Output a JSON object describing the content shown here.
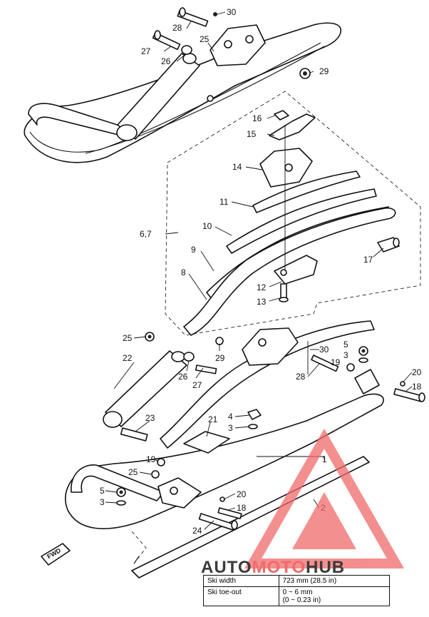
{
  "labels": {
    "p30a": "30",
    "p28a": "28",
    "p25a": "25",
    "p27a": "27",
    "p26a": "26",
    "p29a": "29",
    "p16": "16",
    "p15": "15",
    "p14": "14",
    "p11": "11",
    "p10": "10",
    "p67": "6,7",
    "p9": "9",
    "p8": "8",
    "p17": "17",
    "p12": "12",
    "p13": "13",
    "p25b": "25",
    "p22": "22",
    "p29b": "29",
    "p26b": "26",
    "p27b": "27",
    "p30b": "30",
    "p5a": "5",
    "p3a": "3",
    "p19a": "19",
    "p28b": "28",
    "p20a": "20",
    "p18a": "18",
    "p23": "23",
    "p4": "4",
    "p3b": "3",
    "p21": "21",
    "p1": "1",
    "p19b": "19",
    "p25c": "25",
    "p5b": "5",
    "p3c": "3",
    "p20b": "20",
    "p18b": "18",
    "p2": "2",
    "p24": "24"
  },
  "orientation_badge": "FWD",
  "watermark": {
    "brand_part1": "AUTO",
    "brand_part2": "MOTO",
    "brand_part3": "HUB",
    "color_dark": "#3b3b3b",
    "color_red": "#f06a6a"
  },
  "spec_table": {
    "rows": [
      {
        "label": "Ski width",
        "value": "723 mm (28.5 in)"
      },
      {
        "label": "Ski toe-out",
        "value": "0 ~ 6 mm",
        "value2": "(0 ~ 0.23 in)"
      }
    ]
  }
}
